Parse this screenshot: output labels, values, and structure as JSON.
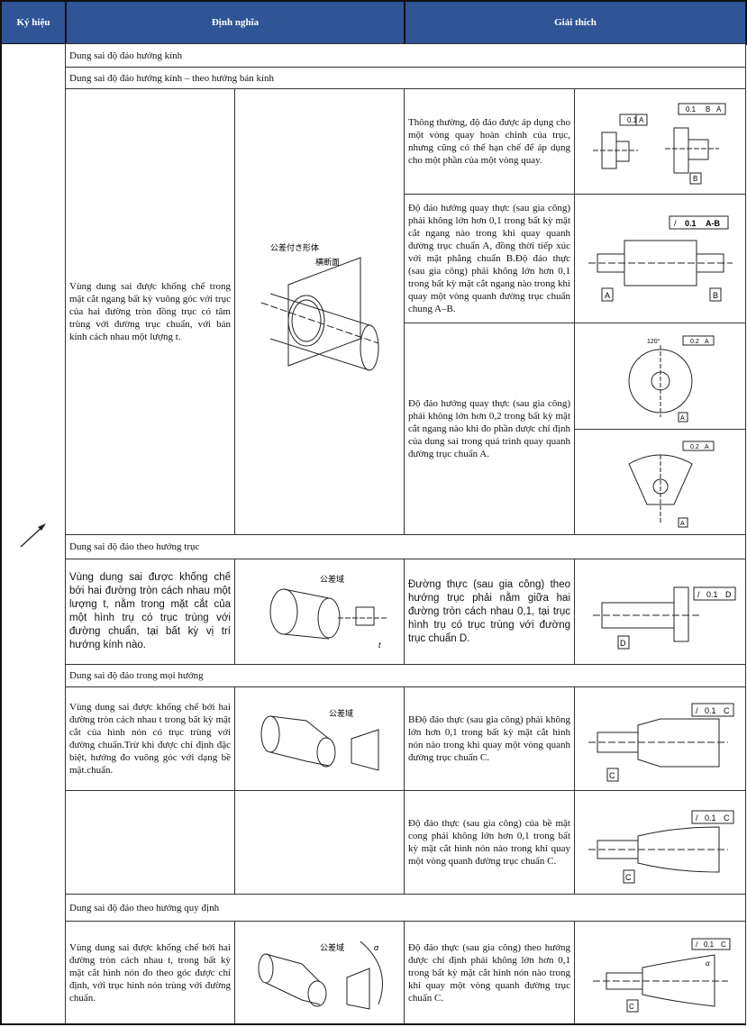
{
  "header": {
    "symbol": "Ký hiệu",
    "definition": "Định nghĩa",
    "explanation": "Giải thích"
  },
  "symbol_icon": "runout-arrow-icon",
  "sections": {
    "radial": "Dung sai độ đảo hướng kính",
    "radial_sub": "Dung sai độ đảo hướng kính – theo hướng bán kính",
    "axial": "Dung sai độ đảo theo hướng trục",
    "any": "Dung sai độ đảo trong mọi hướng",
    "specified": "Dung sai độ đảo theo hướng quy định"
  },
  "radial": {
    "definition": "Vùng dung sai được khống chế trong mặt cắt ngang bất kỳ vuông góc với trục của hai đường tròn đồng trục có tâm trùng với đường trục chuẩn, với bán kính cách nhau một lượng t.",
    "fig_labels": [
      "公差付き形体",
      "横断面"
    ],
    "explanations": [
      "Thông thường, độ đảo được áp dụng cho một vòng quay hoàn chỉnh của trục, nhưng cũng có thể hạn chế để áp dụng cho một phần của một vòng quay.",
      "Độ đảo hướng quay thực (sau gia công) phải không lớn hơn 0,1 trong bất kỳ mặt cắt ngang nào trong khi quay quanh đường trục chuẩn A, đồng thời tiếp xúc với mặt phẳng chuẩn B.Độ đảo thực (sau gia công) phải không lớn hơn 0,1 trong bất kỳ mặt cắt ngang nào trong khi quay một vòng quanh đường trục chuẩn chung A–B.",
      "Độ đảo hướng quay thực (sau gia công) phải không lớn hơn 0,2 trong bất kỳ mặt cắt ngang nào khi đo phần được chỉ định của dung sai trong quá trình quay quanh đường trục chuẩn A."
    ],
    "frames": {
      "f1a": "0.1",
      "f1b": "A",
      "f2a": "0.1",
      "f2b": "B",
      "f2c": "A",
      "f3a": "0.1",
      "f3b": "A-B",
      "f4a": "0.2",
      "f4b": "A",
      "angle": "120°",
      "f5a": "0.2",
      "f5b": "A",
      "datA": "A",
      "datB": "B"
    }
  },
  "axial": {
    "definition": "Vùng dung sai được khống chế bởi hai đường tròn cách nhau một lượng t, nằm trong mặt cắt của một hình trụ có trục trùng với đường chuẩn, tại bất kỳ vị trí hướng kính nào.",
    "fig_label": "公差域",
    "t": "t",
    "explanation": "Đường thực (sau gia công) theo hướng trục phải nằm giữa hai đường tròn cách nhau 0,1, tại trục hình trụ có trục trùng với đường trục chuẩn D.",
    "frame": [
      "0.1",
      "D"
    ]
  },
  "any": {
    "definition": "Vùng dung sai được khống chế bởi hai đường tròn cách nhau t trong bất kỳ mặt cắt của hình nón có trục trùng với đường chuẩn.Trừ khi được chỉ định đặc biệt, hướng đo vuông góc với dạng bề mặt.chuẩn.",
    "fig_label": "公差域",
    "explanations": [
      "BĐộ đảo thực (sau gia công) phải không lớn hơn 0,1 trong bất kỳ mặt cắt hình nón nào trong khi quay một vòng quanh đường trục chuẩn C.",
      "Độ đảo thực (sau gia công) của bề mặt cong phải không lớn hơn 0,1 trong bất kỳ mặt cắt hình nón nào trong khi quay một vòng quanh đường trục chuẩn C."
    ],
    "frame": [
      "0.1",
      "C"
    ]
  },
  "specified": {
    "definition": "Vùng dung sai được khống chế bởi hai đường tròn cách nhau t, trong bất kỳ mặt cắt hình nón đo theo góc được chỉ định, với trục hình nón trùng với đường chuẩn.",
    "fig_label": "公差域",
    "alpha": "α",
    "explanation": "Độ đảo thực (sau gia công) theo hướng được chỉ định phải không lớn hơn 0,1 trong bất kỳ mặt cắt hình nón nào trong khi quay một vòng quanh đường trục chuẩn C.",
    "frame": [
      "0.1",
      "C"
    ]
  }
}
